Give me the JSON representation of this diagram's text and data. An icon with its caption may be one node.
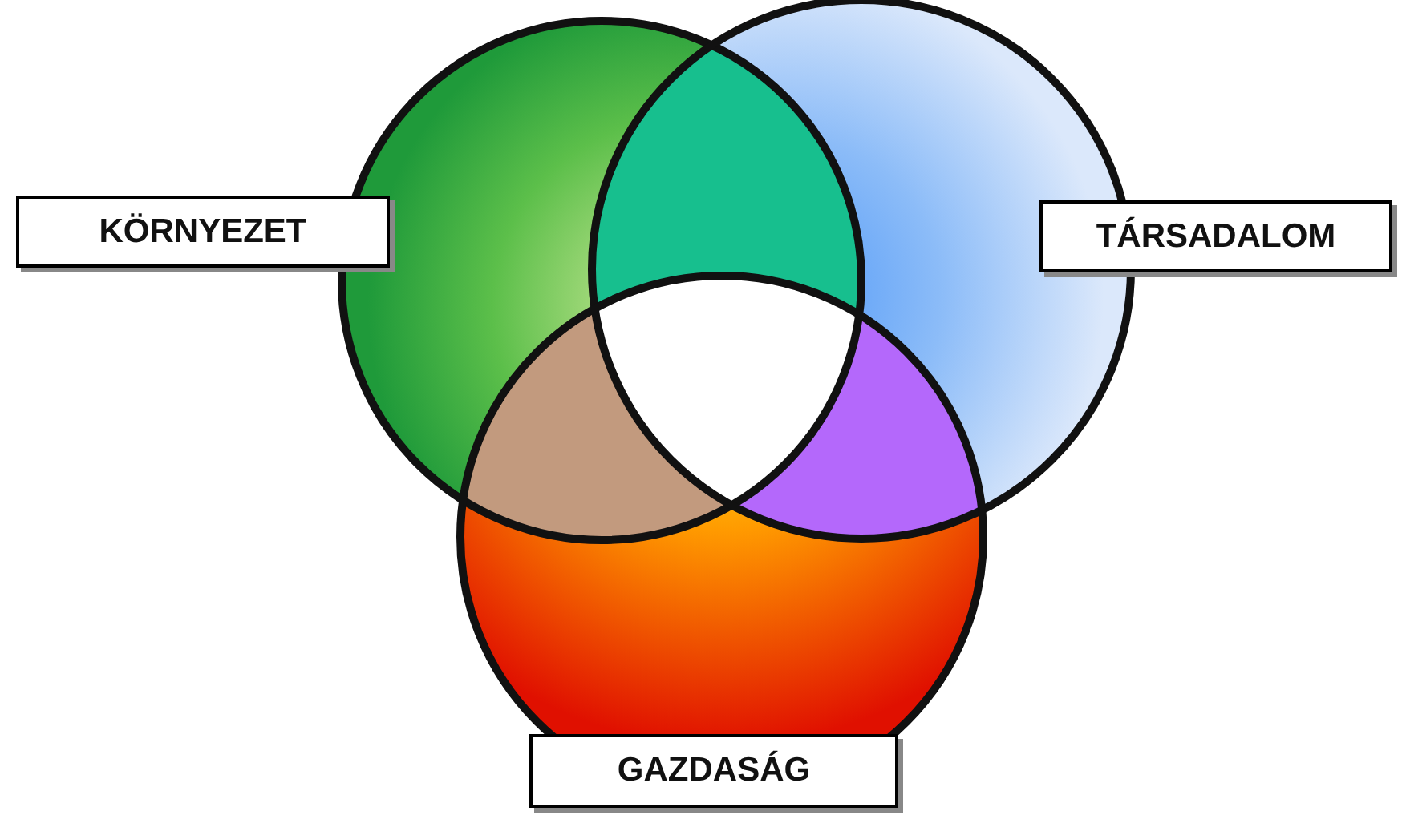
{
  "diagram": {
    "nodes": [
      {
        "text": [
          "KÖRNYEZET"
        ]
      },
      {
        "text": [
          "TÁRSADALOM"
        ]
      },
      {
        "text": [
          "GAZDASÁG"
        ]
      }
    ]
  }
}
